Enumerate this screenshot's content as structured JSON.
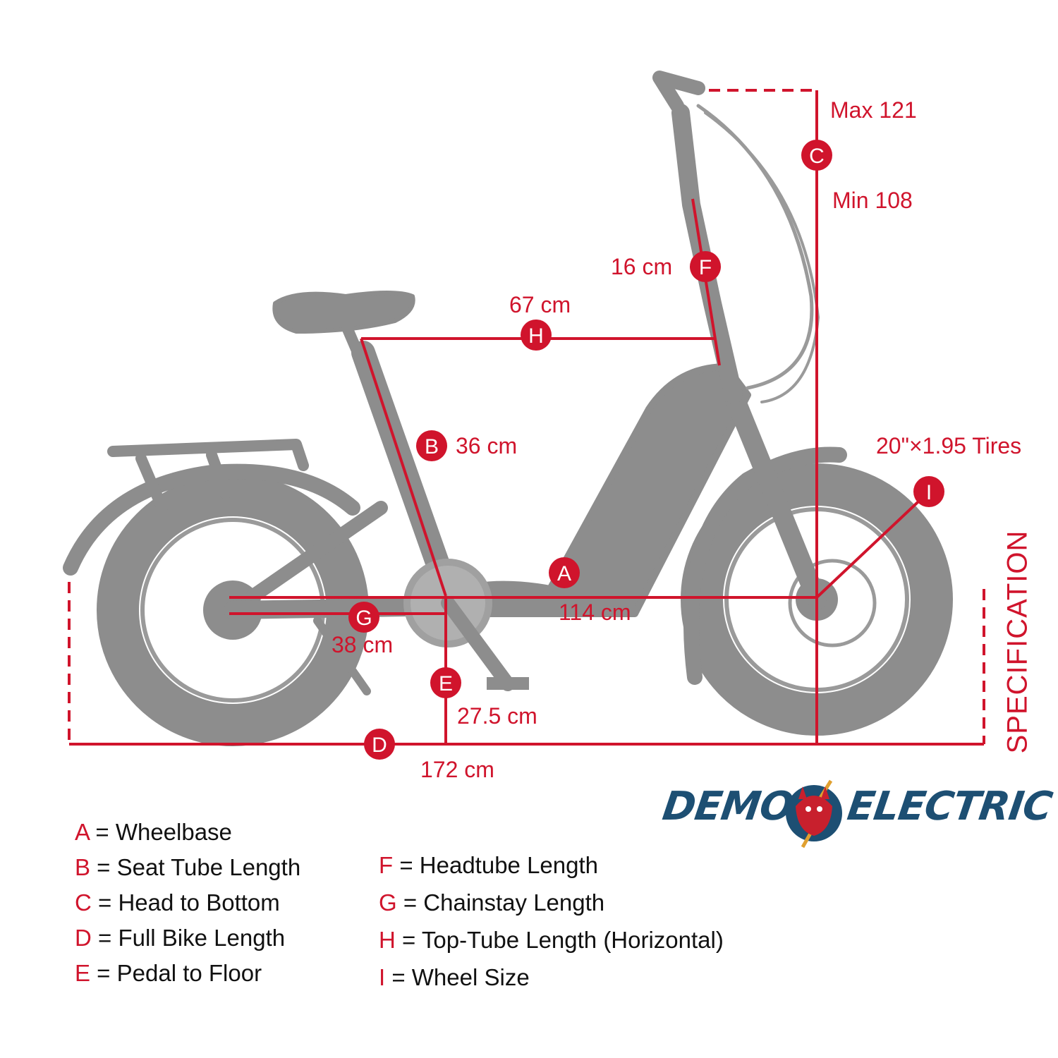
{
  "dimensions": {
    "c_max": "Max 121",
    "c_min": "Min 108",
    "f": "16 cm",
    "h": "67 cm",
    "b": "36 cm",
    "tires": "20\"×1.95  Tires",
    "a": "114 cm",
    "g": "38 cm",
    "e": "27.5 cm",
    "d": "172 cm"
  },
  "markers": [
    "A",
    "B",
    "C",
    "D",
    "E",
    "F",
    "G",
    "H",
    "I"
  ],
  "side_label": "SPECIFICATION",
  "logo": {
    "left": "DEMON",
    "right": "ELECTRIC"
  },
  "legend": {
    "left": [
      {
        "letter": "A",
        "text": "Wheelbase"
      },
      {
        "letter": "B",
        "text": "Seat Tube Length"
      },
      {
        "letter": "C",
        "text": "Head to Bottom"
      },
      {
        "letter": "D",
        "text": "Full Bike Length"
      },
      {
        "letter": "E",
        "text": "Pedal to Floor"
      }
    ],
    "right": [
      {
        "letter": "F",
        "text": "Headtube Length"
      },
      {
        "letter": "G",
        "text": "Chainstay Length"
      },
      {
        "letter": "H",
        "text": "Top-Tube Length (Horizontal)"
      },
      {
        "letter": "I",
        "text": "Wheel Size"
      }
    ]
  },
  "colors": {
    "accent": "#d0142c",
    "bike": "#8a8a8a",
    "logo": "#1d4f73"
  }
}
